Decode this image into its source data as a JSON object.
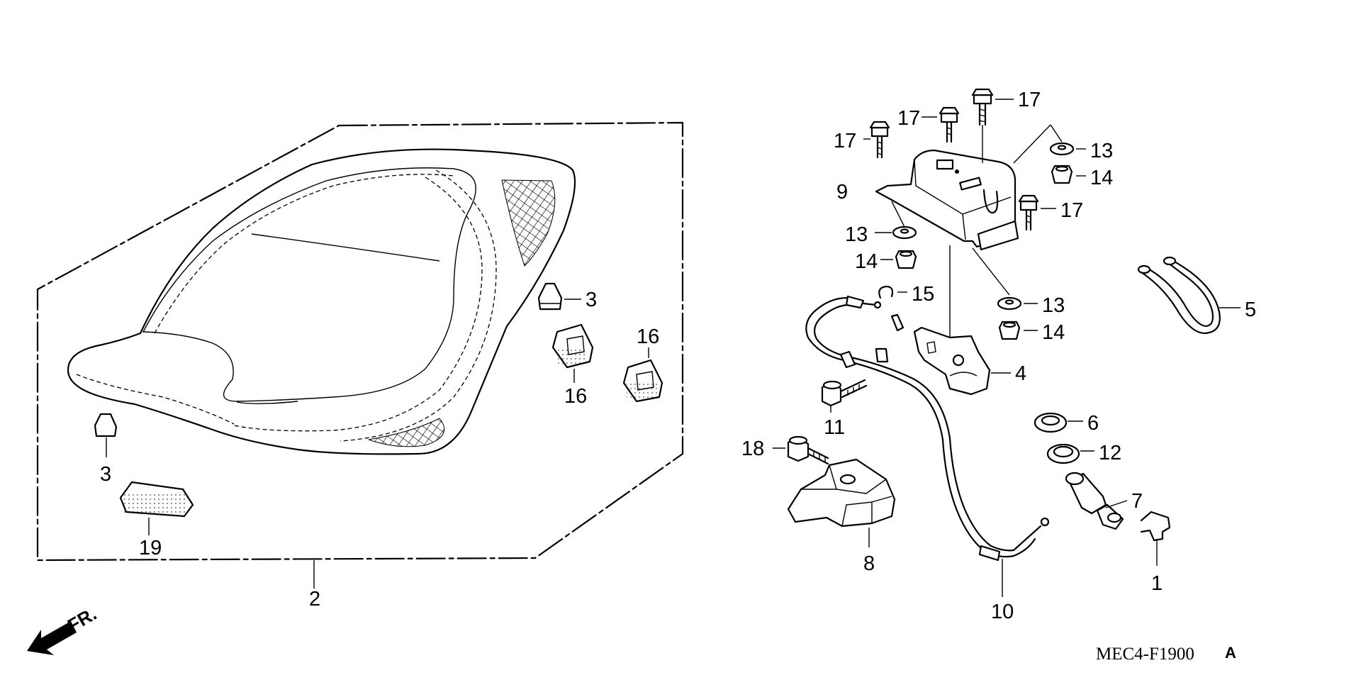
{
  "diagram": {
    "code": "MEC4-F1900",
    "code_suffix": "A",
    "front_marker": "FR.",
    "callouts": {
      "c1": "1",
      "c2": "2",
      "c3a": "3",
      "c3b": "3",
      "c4": "4",
      "c5": "5",
      "c6": "6",
      "c7": "7",
      "c8": "8",
      "c9": "9",
      "c10": "10",
      "c11": "11",
      "c12": "12",
      "c13a": "13",
      "c13b": "13",
      "c13c": "13",
      "c14a": "14",
      "c14b": "14",
      "c14c": "14",
      "c15": "15",
      "c16a": "16",
      "c16b": "16",
      "c17a": "17",
      "c17b": "17",
      "c17c": "17",
      "c17d": "17",
      "c18": "18",
      "c19": "19"
    }
  }
}
